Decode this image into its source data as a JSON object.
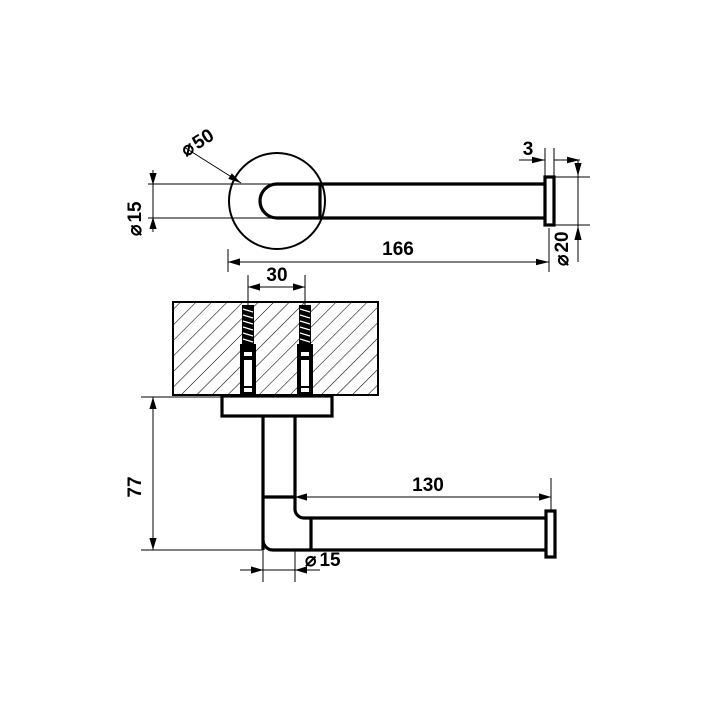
{
  "drawing": {
    "title": "Toilet roll holder dimensioned technical drawing",
    "background_color": "#ffffff",
    "line_color": "#000000",
    "units": "mm",
    "views": [
      {
        "name": "top-view",
        "label": "Top / plan view",
        "description": "Horizontal bar with round wall rosette at left and end cap at right"
      },
      {
        "name": "side-view",
        "label": "Side / section view",
        "description": "Hatched wall section with two wall anchors, mounting flange, vertical post and horizontal arm"
      }
    ],
    "dimensions": {
      "rosette_diameter": "50",
      "tube_diameter_top": "15",
      "bar_length": "166",
      "end_cap_thickness": "3",
      "end_cap_diameter": "20",
      "anchor_spacing": "30",
      "drop_height": "77",
      "arm_length": "130",
      "tube_diameter_bottom": "15"
    },
    "labels": {
      "diameter_symbol": "⌀",
      "dia_50": "50",
      "dia_15_top": "15",
      "len_166": "166",
      "thk_3": "3",
      "dia_20": "20",
      "spacing_30": "30",
      "height_77": "77",
      "len_130": "130",
      "dia_15_bottom": "15"
    }
  }
}
